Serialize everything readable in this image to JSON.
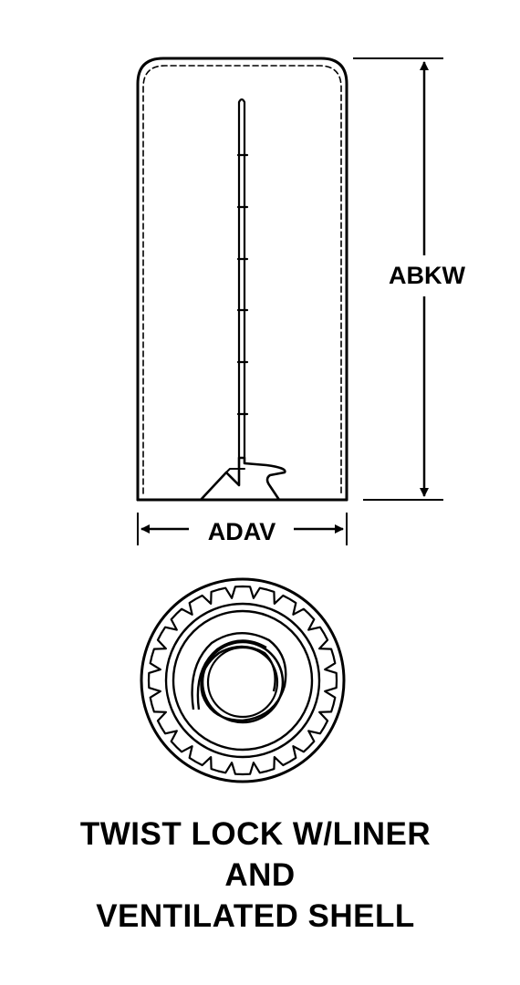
{
  "dimensions": {
    "height_code": "ABKW",
    "width_code": "ADAV"
  },
  "caption": {
    "line1": "TWIST LOCK W/LINER",
    "line2": "AND",
    "line3": "VENTILATED SHELL"
  }
}
